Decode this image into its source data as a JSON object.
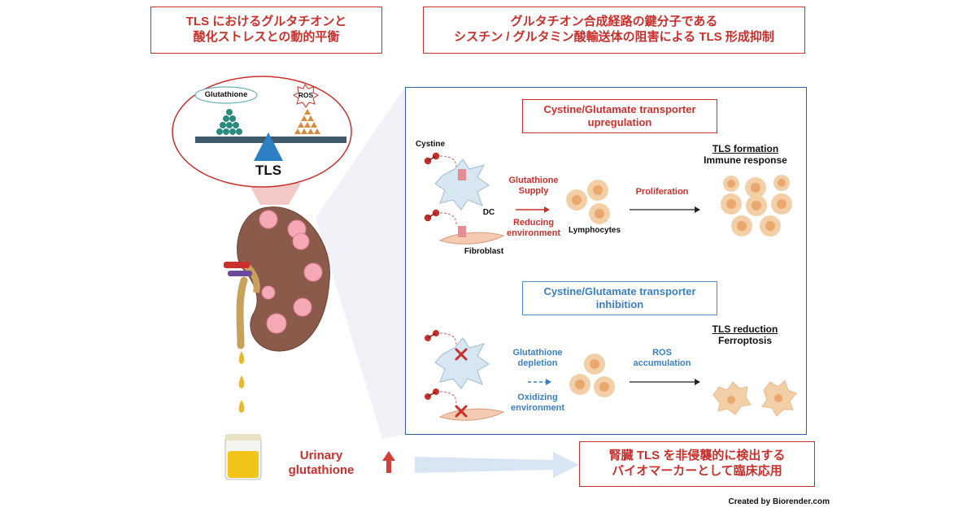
{
  "top_left_box": {
    "line1": "TLS におけるグルタチオンと",
    "line2": "酸化ストレスとの動的平衡"
  },
  "top_right_box": {
    "line1": "グルタチオン合成経路の鍵分子である",
    "line2": "シスチン / グルタミン酸輸送体の阻害による TLS 形成抑制"
  },
  "balance": {
    "left_label": "Glutathione",
    "right_label": "ROS",
    "pivot_label": "TLS"
  },
  "upper_panel": {
    "title_line1": "Cystine/Glutamate transporter",
    "title_line2": "upregulation",
    "cystine_label": "Cystine",
    "dc_label": "DC",
    "fibroblast_label": "Fibroblast",
    "supply_line1": "Glutathione",
    "supply_line2": "Supply",
    "env_line1": "Reducing",
    "env_line2": "environment",
    "lymphocytes_label": "Lymphocytes",
    "proliferation_label": "Proliferation",
    "outcome_line1": "TLS formation",
    "outcome_line2": "Immune response"
  },
  "lower_panel": {
    "title_line1": "Cystine/Glutamate transporter",
    "title_line2": "inhibition",
    "depletion_line1": "Glutathione",
    "depletion_line2": "depletion",
    "env_line1": "Oxidizing",
    "env_line2": "environment",
    "ros_line1": "ROS",
    "ros_line2": "accumulation",
    "outcome_line1": "TLS reduction",
    "outcome_line2": "Ferroptosis"
  },
  "urine": {
    "label_line1": "Urinary",
    "label_line2": "glutathione"
  },
  "bottom_right_box": {
    "line1": "腎臓 TLS を非侵襲的に検出する",
    "line2": "バイオマーカーとして臨床応用"
  },
  "credit": "Created by Biorender.com",
  "colors": {
    "red": "#c9302c",
    "blue": "#3a7fc4",
    "cell": "#f3cfa8",
    "nucleus": "#eaa86e",
    "kidney": "#8a5a4a"
  }
}
